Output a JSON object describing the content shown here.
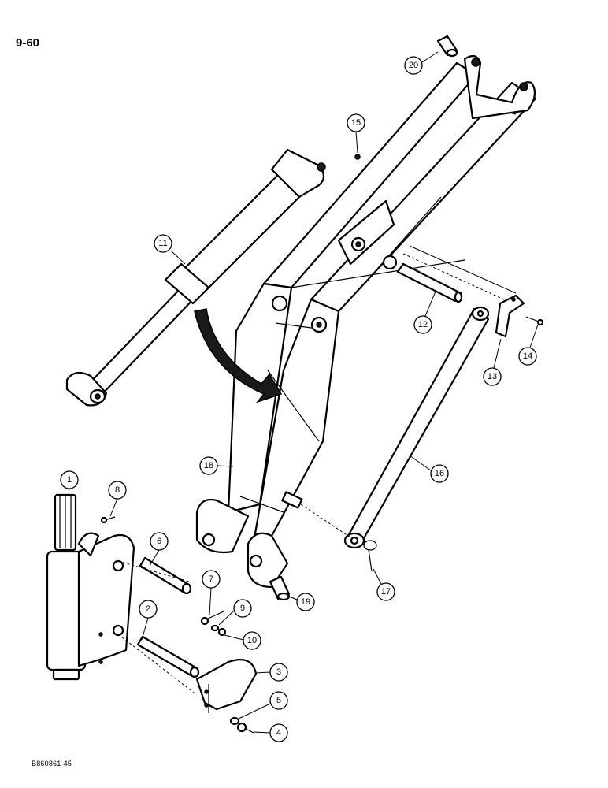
{
  "page": {
    "page_number": "9-60",
    "drawing_code": "B860861-45"
  },
  "callouts": [
    "1",
    "2",
    "3",
    "4",
    "5",
    "6",
    "7",
    "8",
    "9",
    "10",
    "11",
    "12",
    "13",
    "14",
    "15",
    "16",
    "17",
    "18",
    "19",
    "20"
  ]
}
